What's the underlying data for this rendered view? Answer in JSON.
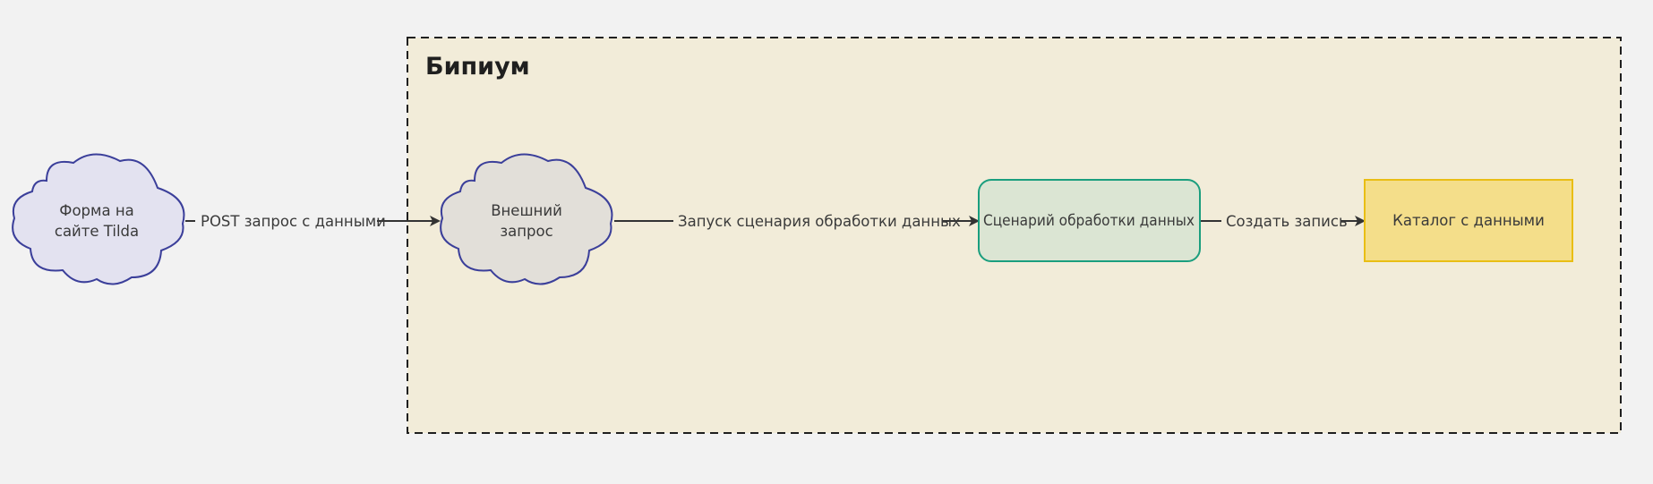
{
  "diagram": {
    "group": {
      "title": "Бипиум"
    },
    "nodes": {
      "tilda_form": {
        "line1": "Форма на",
        "line2": "сайте Tilda"
      },
      "external_request": {
        "line1": "Внешний",
        "line2": "запрос"
      },
      "processing_scenario": {
        "label": "Сценарий обработки данных"
      },
      "data_catalog": {
        "label": "Каталог с данными"
      }
    },
    "edges": {
      "post_request": {
        "label": "POST запрос с данными"
      },
      "run_scenario": {
        "label": "Запуск сценария обработки данных"
      },
      "create_record": {
        "label": "Создать запись"
      }
    }
  },
  "colors": {
    "background": "#f2f2f2",
    "group_fill": "#f2ecd9",
    "group_border": "#1f1f1f",
    "cloud_tilda_fill": "#e3e2f0",
    "cloud_external_fill": "#e2dfd9",
    "cloud_stroke": "#3b3f9a",
    "scenario_fill": "#dbe5d3",
    "scenario_stroke": "#1a9e7e",
    "catalog_fill": "#f4de8a",
    "catalog_stroke": "#e9be14",
    "edge": "#333333"
  }
}
